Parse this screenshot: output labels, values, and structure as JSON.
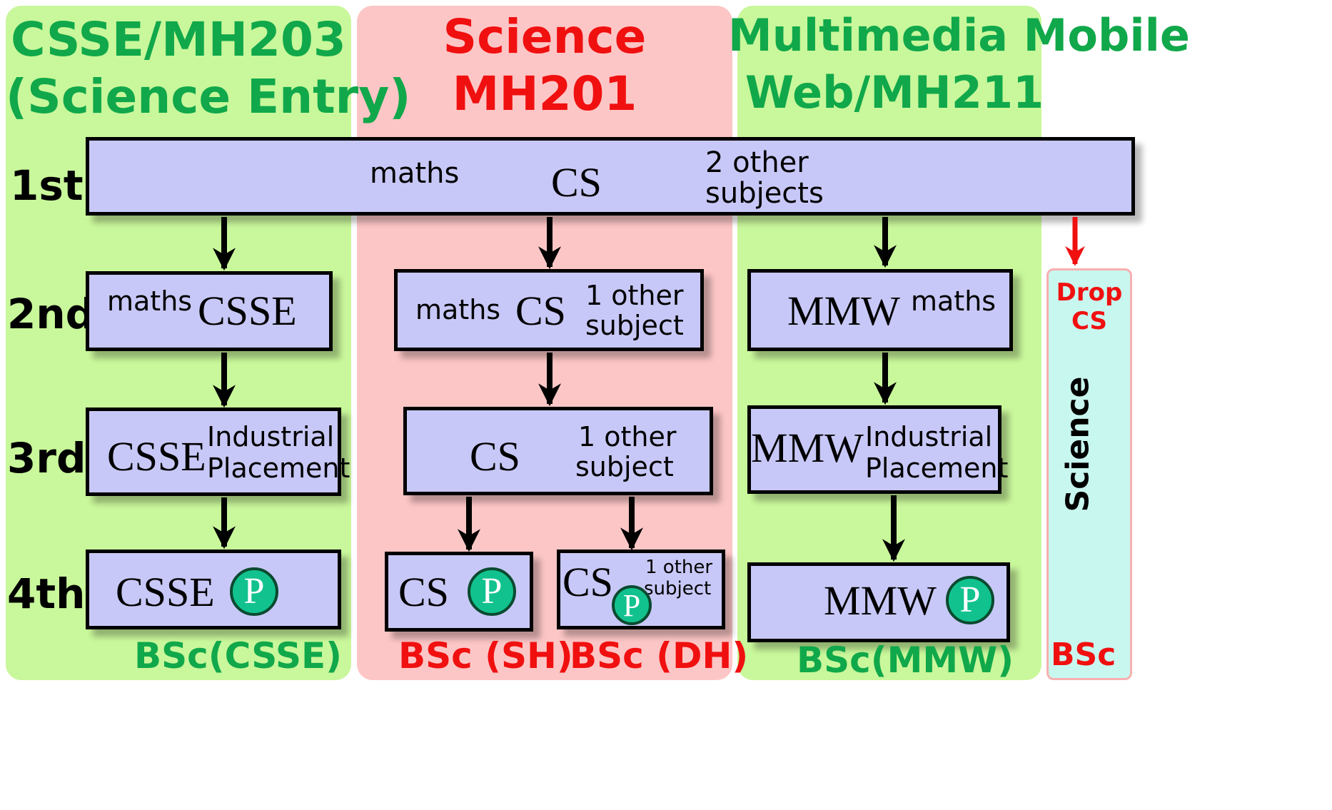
{
  "colors": {
    "green_panel": "#c9f79b",
    "pink_panel": "#fdc6c6",
    "cyan_panel": "#c8f7ef",
    "green_text": "#10a84a",
    "red_text": "#f01010",
    "box_fill": "#c8c8f8",
    "p_circle": "#12c28e"
  },
  "columns": {
    "csse": {
      "title_line1": "CSSE/MH203",
      "title_line2": "(Science Entry)"
    },
    "science": {
      "title_line1": "Science",
      "title_line2": "MH201"
    },
    "mmw": {
      "title_line1": "Multimedia Mobile",
      "title_line2": "Web/MH211"
    },
    "drop": {
      "label_line1": "Drop",
      "label_line2": "CS",
      "side_label": "Science",
      "degree": "BSc"
    }
  },
  "years": [
    "1st",
    "2nd",
    "3rd",
    "4th"
  ],
  "first_year": {
    "maths": "maths",
    "cs": "CS",
    "other_line1": "2 other",
    "other_line2": "subjects"
  },
  "second_year": {
    "csse": {
      "maths": "maths",
      "main": "CSSE"
    },
    "science": {
      "maths": "maths",
      "main": "CS",
      "other_line1": "1 other",
      "other_line2": "subject"
    },
    "mmw": {
      "main": "MMW",
      "maths": "maths"
    }
  },
  "third_year": {
    "csse": {
      "main": "CSSE",
      "ip_line1": "Industrial",
      "ip_line2": "Placement"
    },
    "science": {
      "main": "CS",
      "other_line1": "1 other",
      "other_line2": "subject"
    },
    "mmw": {
      "main": "MMW",
      "ip_line1": "Industrial",
      "ip_line2": "Placement"
    }
  },
  "fourth_year": {
    "csse": {
      "main": "CSSE",
      "p": "P"
    },
    "sh": {
      "main": "CS",
      "p": "P"
    },
    "dh": {
      "main": "CS",
      "p": "P",
      "other_line1": "1 other",
      "other_line2": "subject"
    },
    "mmw": {
      "main": "MMW",
      "p": "P"
    }
  },
  "degrees": {
    "csse": "BSc(CSSE)",
    "sh": "BSc (SH)",
    "dh": "BSc (DH)",
    "mmw": "BSc(MMW)"
  }
}
